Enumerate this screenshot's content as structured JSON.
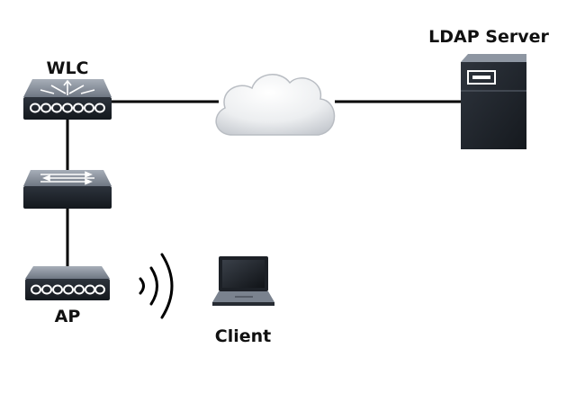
{
  "labels": {
    "wlc": "WLC",
    "ldap_server": "LDAP Server",
    "ap": "AP",
    "client": "Client"
  },
  "colors": {
    "device_dark": "#1e232b",
    "device_light": "#8e96a2",
    "link": "#000000",
    "cloud_light": "#ffffff",
    "cloud_dark": "#c9ccd1"
  },
  "icons": [
    "wlc-router-icon",
    "switch-icon",
    "access-point-icon",
    "wireless-signal-icon",
    "laptop-icon",
    "cloud-icon",
    "server-icon"
  ]
}
